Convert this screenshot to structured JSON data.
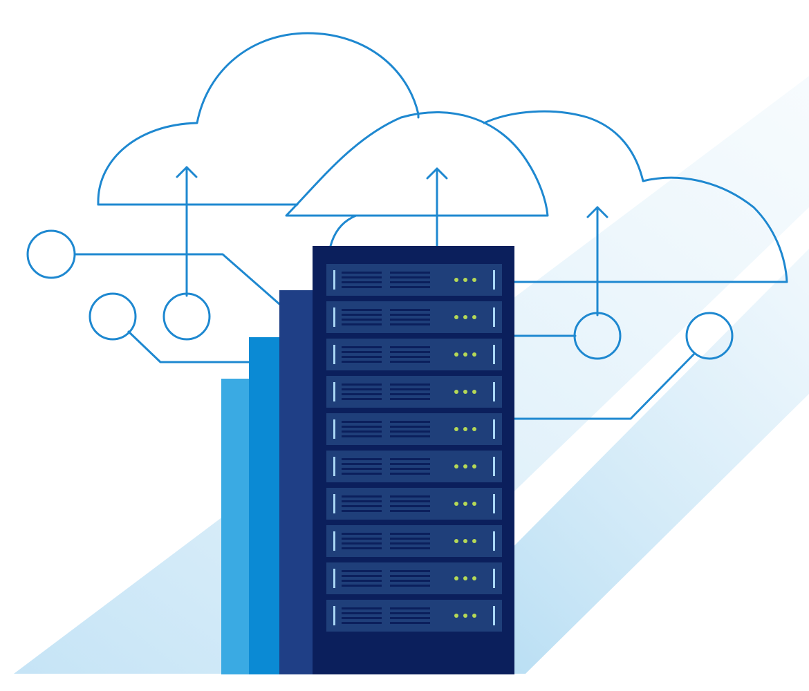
{
  "illustration": {
    "subject": "server-rack-cloud-connectivity",
    "colors": {
      "background": "#ffffff",
      "line": "#1e88d0",
      "rack_body": "#0b1f5c",
      "rack_slot": "#1f3f7a",
      "rack_slot_line": "#0b1f5c",
      "rack_tick": "#a9d7f5",
      "led": "#b5d957",
      "step_dark": "#1f3f86",
      "step_mid": "#0b8ad4",
      "step_light": "#3aaae3",
      "band_light": "#cfe7f6",
      "band_mid": "#a9d7f1"
    },
    "cloud_count": 3,
    "upload_arrow_count": 3,
    "node_count": 5,
    "server_unit_count": 10,
    "leds_per_unit": 3,
    "icons": [
      "cloud-icon",
      "upload-arrow-icon",
      "network-node-icon",
      "server-rack-icon"
    ]
  }
}
